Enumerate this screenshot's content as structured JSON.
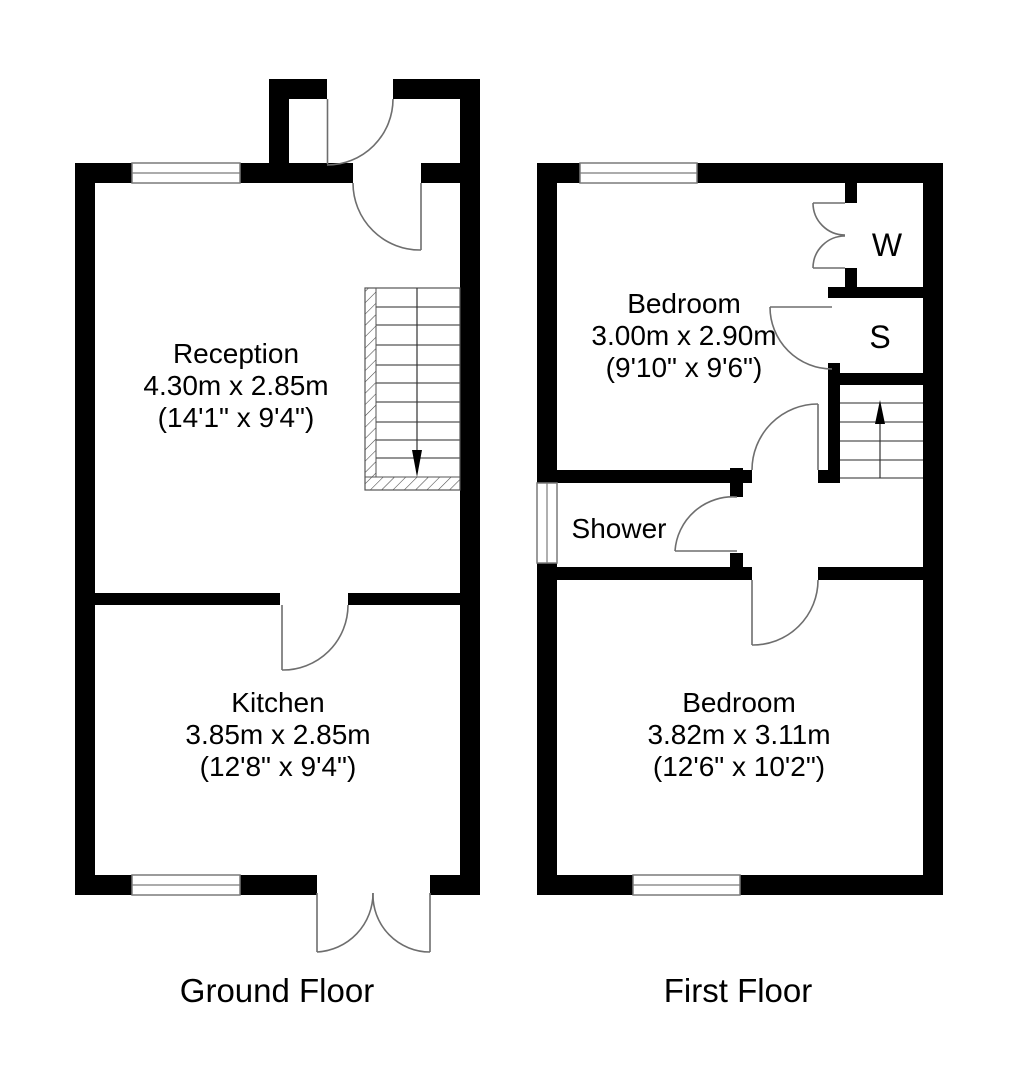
{
  "floors": [
    {
      "label": "Ground Floor",
      "rooms": [
        {
          "name": "Reception",
          "metric": "4.30m x 2.85m",
          "imperial": "(14'1\" x 9'4\")"
        },
        {
          "name": "Kitchen",
          "metric": "3.85m x 2.85m",
          "imperial": "(12'8\" x 9'4\")"
        }
      ],
      "stairs_direction": "down"
    },
    {
      "label": "First Floor",
      "rooms": [
        {
          "name": "Bedroom",
          "metric": "3.00m x 2.90m",
          "imperial": "(9'10\" x 9'6\")"
        },
        {
          "name": "Shower",
          "metric": "",
          "imperial": ""
        },
        {
          "name": "Bedroom",
          "metric": "3.82m x 3.11m",
          "imperial": "(12'6\" x 10'2\")"
        }
      ],
      "closets": [
        {
          "label": "W"
        },
        {
          "label": "S"
        }
      ],
      "stairs_direction": "up"
    }
  ],
  "colors": {
    "wall": "#000000",
    "background": "#ffffff",
    "stair_line": "#555555",
    "door_line": "#6e6e6e",
    "window_line": "#7a7a7a",
    "text": "#000000"
  }
}
